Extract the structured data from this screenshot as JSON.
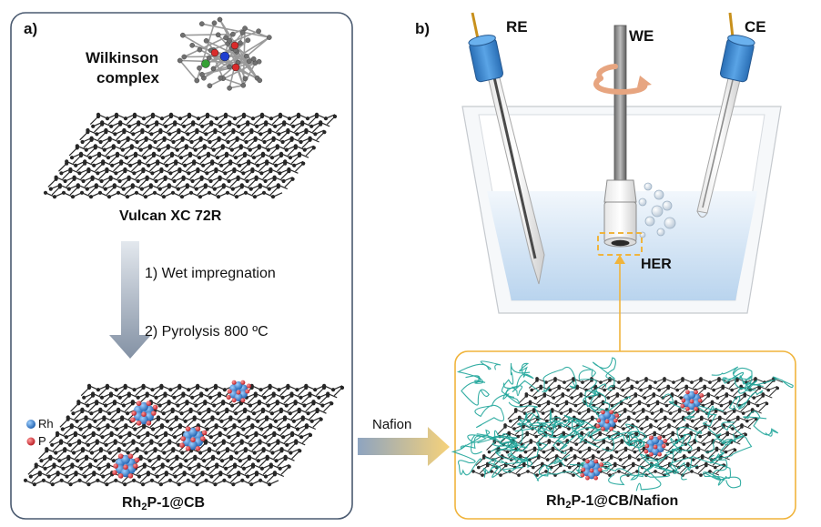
{
  "panel_a": {
    "label": "a)",
    "wilkinson": {
      "line1": "Wilkinson",
      "line2": "complex"
    },
    "support_label": "Vulcan XC 72R",
    "steps": [
      "1) Wet impregnation",
      "2) Pyrolysis 800 ºC"
    ],
    "legend": [
      {
        "symbol": "Rh",
        "color": "#2f86d6"
      },
      {
        "symbol": "P",
        "color": "#e0303a"
      }
    ],
    "product": {
      "pre": "Rh",
      "sub": "2",
      "post": "P-1@CB"
    }
  },
  "panel_b": {
    "label": "b)",
    "electrodes": {
      "re": "RE",
      "we": "WE",
      "ce": "CE"
    },
    "reaction": "HER",
    "composite": {
      "pre": "Rh",
      "sub": "2",
      "post": "P-1@CB/Nafion"
    }
  },
  "arrow_label": "Nafion",
  "colors": {
    "panel_border": "#4a5a70",
    "inset_border": "#f0b43c",
    "nafion": "#1fa59a",
    "carbon": "#262626",
    "electrolyte": "#cfe2f3",
    "cap": "#3c84c9"
  }
}
